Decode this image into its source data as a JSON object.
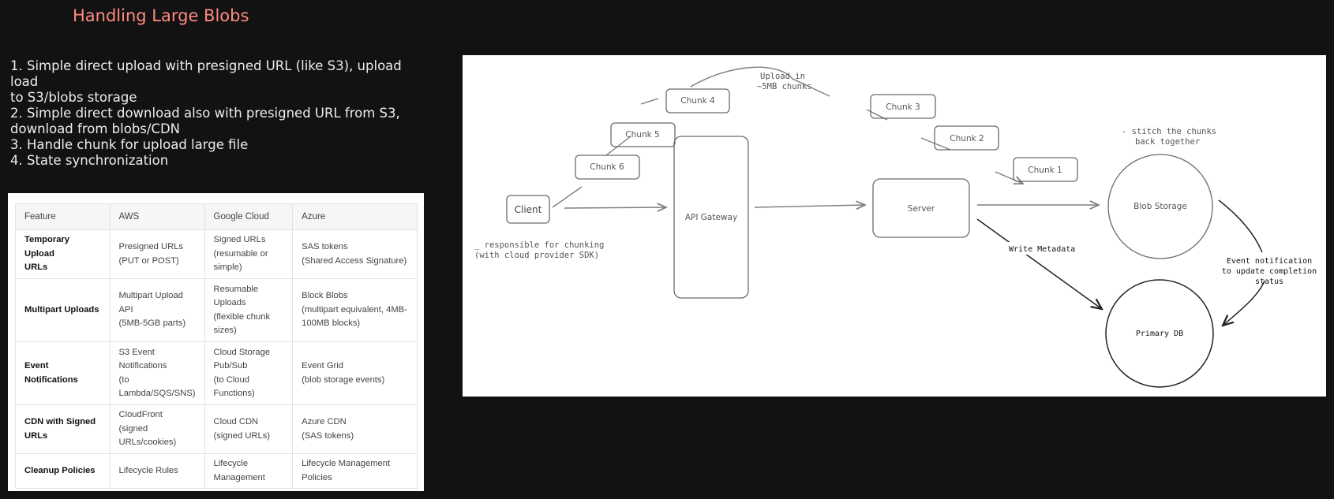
{
  "title": "Handling Large Blobs",
  "notes": [
    "1. Simple direct upload with presigned URL (like S3), upload load",
    "to S3/blobs storage",
    "2. Simple direct download also with presigned URL from S3,",
    "download from blobs/CDN",
    "3. Handle chunk for upload large file",
    "4. State synchronization"
  ],
  "table": {
    "headers": [
      "Feature",
      "AWS",
      "Google Cloud",
      "Azure"
    ],
    "rows": [
      {
        "feature": [
          "Temporary Upload",
          "URLs"
        ],
        "aws": [
          "Presigned URLs",
          "(PUT or POST)"
        ],
        "gcp": [
          "Signed URLs",
          "(resumable or",
          "simple)"
        ],
        "azure": [
          "SAS tokens",
          "(Shared Access Signature)"
        ]
      },
      {
        "feature": [
          "Multipart Uploads"
        ],
        "aws": [
          "Multipart Upload",
          "API",
          "(5MB-5GB parts)"
        ],
        "gcp": [
          "Resumable",
          "Uploads",
          "(flexible chunk",
          "sizes)"
        ],
        "azure": [
          "Block Blobs",
          "(multipart equivalent, 4MB-",
          "100MB blocks)"
        ]
      },
      {
        "feature": [
          "Event",
          "Notifications"
        ],
        "aws": [
          "S3 Event",
          "Notifications",
          "(to",
          "Lambda/SQS/SNS)"
        ],
        "gcp": [
          "Cloud Storage",
          "Pub/Sub",
          "(to Cloud",
          "Functions)"
        ],
        "azure": [
          "Event Grid",
          "(blob storage events)"
        ]
      },
      {
        "feature": [
          "CDN with Signed",
          "URLs"
        ],
        "aws": [
          "CloudFront",
          "(signed",
          "URLs/cookies)"
        ],
        "gcp": [
          "Cloud CDN",
          "(signed URLs)"
        ],
        "azure": [
          "Azure CDN",
          "(SAS tokens)"
        ]
      },
      {
        "feature": [
          "Cleanup Policies"
        ],
        "aws": [
          "Lifecycle Rules"
        ],
        "gcp": [
          "Lifecycle",
          "Management"
        ],
        "azure": [
          "Lifecycle Management",
          "Policies"
        ]
      }
    ]
  },
  "diagram": {
    "client": "Client",
    "client_note": [
      "_ responsible for chunking",
      "(with cloud provider SDK)"
    ],
    "chunks": [
      "Chunk 6",
      "Chunk 5",
      "Chunk 4",
      "Chunk 3",
      "Chunk 2",
      "Chunk 1"
    ],
    "upload_note": [
      "Upload in",
      "~5MB chunks"
    ],
    "api_gateway": "API Gateway",
    "server": "Server",
    "blob_storage": "Blob Storage",
    "stitch_note": [
      "- stitch the chunks",
      "back together"
    ],
    "primary_db": "Primary DB",
    "write_metadata": "Write Metadata",
    "event_note": [
      "Event notification",
      "to update completion",
      "status"
    ]
  }
}
